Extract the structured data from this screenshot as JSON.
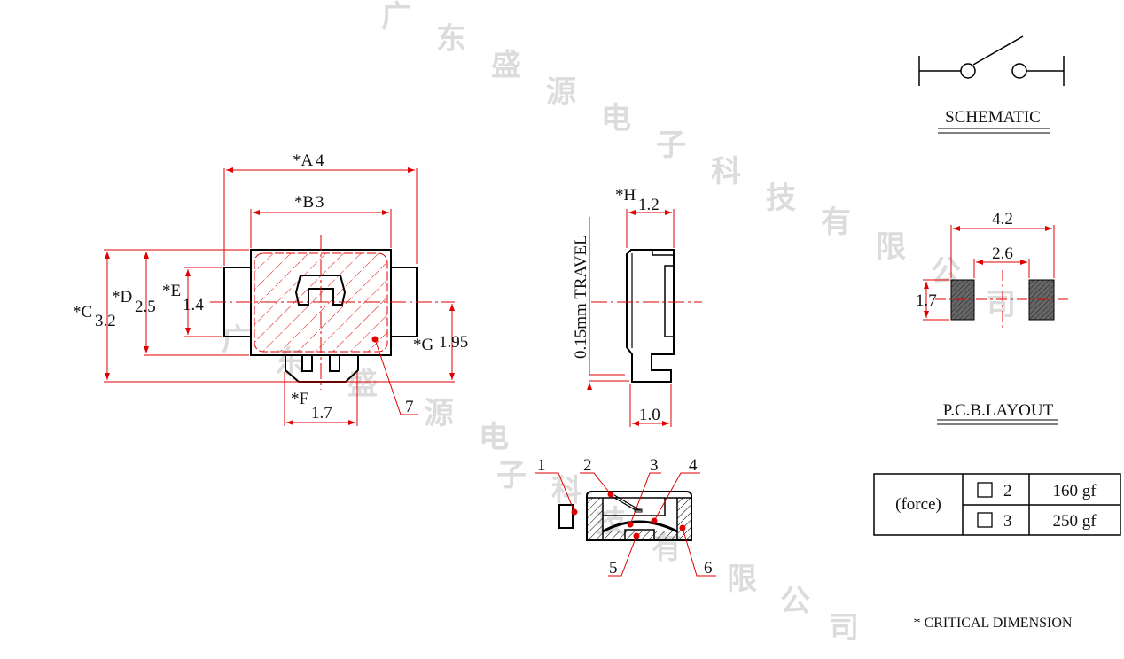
{
  "watermark": "广东盛源电子科技有限公司",
  "front_view": {
    "dim_a": {
      "label": "*A",
      "value": "4"
    },
    "dim_b": {
      "label": "*B",
      "value": "3"
    },
    "dim_c": {
      "label": "*C",
      "value": "3.2"
    },
    "dim_d": {
      "label": "*D",
      "value": "2.5"
    },
    "dim_e": {
      "label": "*E",
      "value": "1.4"
    },
    "dim_f": {
      "label": "*F",
      "value": "1.7"
    },
    "dim_g": {
      "label": "*G",
      "value": "1.95"
    },
    "callout": "7"
  },
  "side_view": {
    "dim_h": {
      "label": "*H",
      "value": "1.2"
    },
    "dim_bottom": "1.0",
    "travel": "0.15mm  TRAVEL"
  },
  "section_view": {
    "callouts": [
      "1",
      "2",
      "3",
      "4",
      "5",
      "6"
    ]
  },
  "schematic": {
    "title": "SCHEMATIC"
  },
  "pcb_layout": {
    "title": "P.C.B.LAYOUT",
    "dim_outer": "4.2",
    "dim_inner": "2.6",
    "dim_height": "1.7"
  },
  "force_table": {
    "header": "(force)",
    "rows": [
      {
        "option": "2",
        "value": "160 gf"
      },
      {
        "option": "3",
        "value": "250 gf"
      }
    ]
  },
  "footnote": "* CRITICAL  DIMENSION",
  "colors": {
    "dimension": "#e00000",
    "outline": "#000000",
    "pad": "#555555"
  }
}
